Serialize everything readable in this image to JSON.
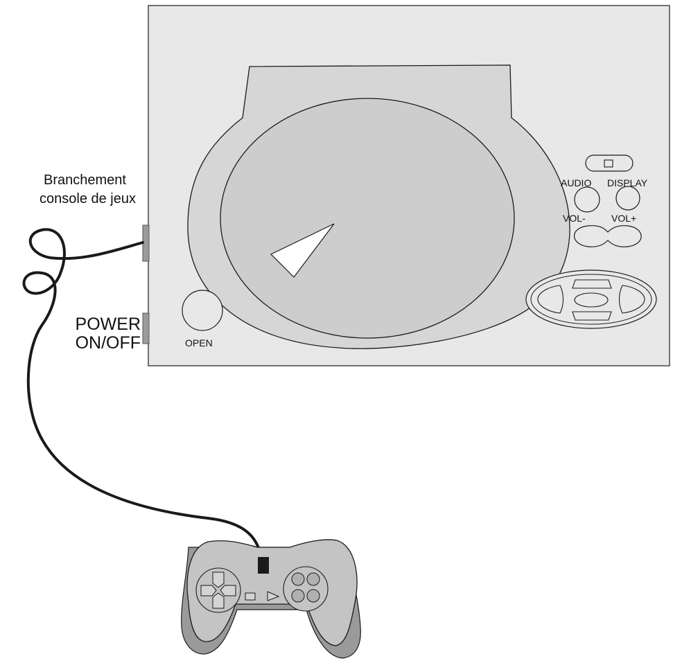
{
  "labels": {
    "console_port_line1": "Branchement",
    "console_port_line2": "console de jeux",
    "power_line1": "POWER",
    "power_line2": "ON/OFF",
    "open_button": "OPEN",
    "audio_button": "AUDIO",
    "display_button": "DISPLAY",
    "vol_minus": "VOL-",
    "vol_plus": "VOL+"
  },
  "colors": {
    "panel_fill": "#e8e8e8",
    "disc_outer_fill": "#d6d6d6",
    "disc_inner_fill": "#cdcdcd",
    "controller_fill": "#c4c4c4",
    "controller_side": "#9a9a9a",
    "jack": "#9b9b9b",
    "line": "#1a1a1a"
  }
}
